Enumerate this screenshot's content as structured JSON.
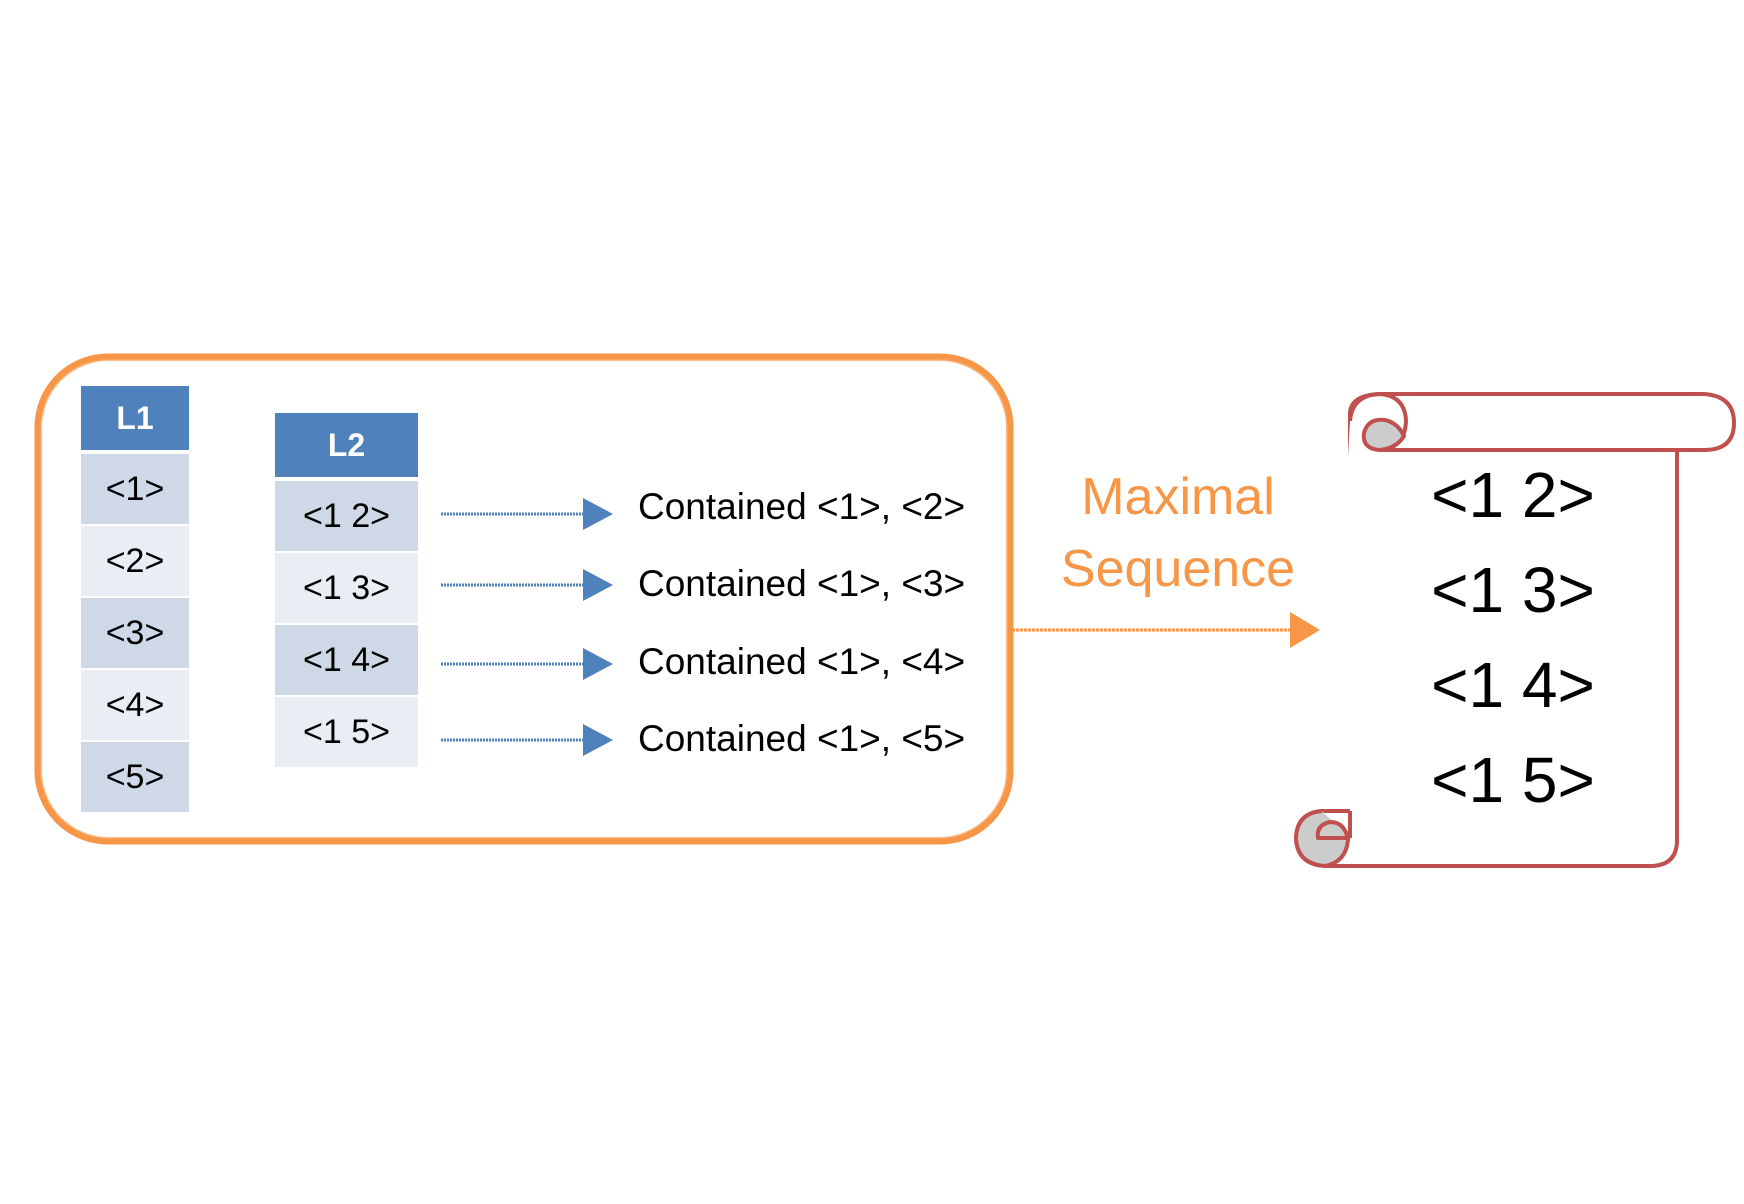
{
  "l1": {
    "header": "L1",
    "rows": [
      "<1>",
      "<2>",
      "<3>",
      "<4>",
      "<5>"
    ]
  },
  "l2": {
    "header": "L2",
    "rows": [
      "<1 2>",
      "<1 3>",
      "<1 4>",
      "<1 5>"
    ]
  },
  "contained_notes": [
    "Contained <1>, <2>",
    "Contained <1>, <3>",
    "Contained <1>, <4>",
    "Contained <1>, <5>"
  ],
  "maximal_label": {
    "line1": "Maximal",
    "line2": "Sequence"
  },
  "result_sequences": [
    "<1 2>",
    "<1 3>",
    "<1 4>",
    "<1 5>"
  ],
  "colors": {
    "frame": "#f79646",
    "table_header": "#4f81bd",
    "row_dark": "#cfd8e6",
    "row_light": "#e9edf4",
    "arrow_blue": "#4f81bd",
    "scroll_border": "#c0504d",
    "scroll_curl": "#cccccc"
  }
}
